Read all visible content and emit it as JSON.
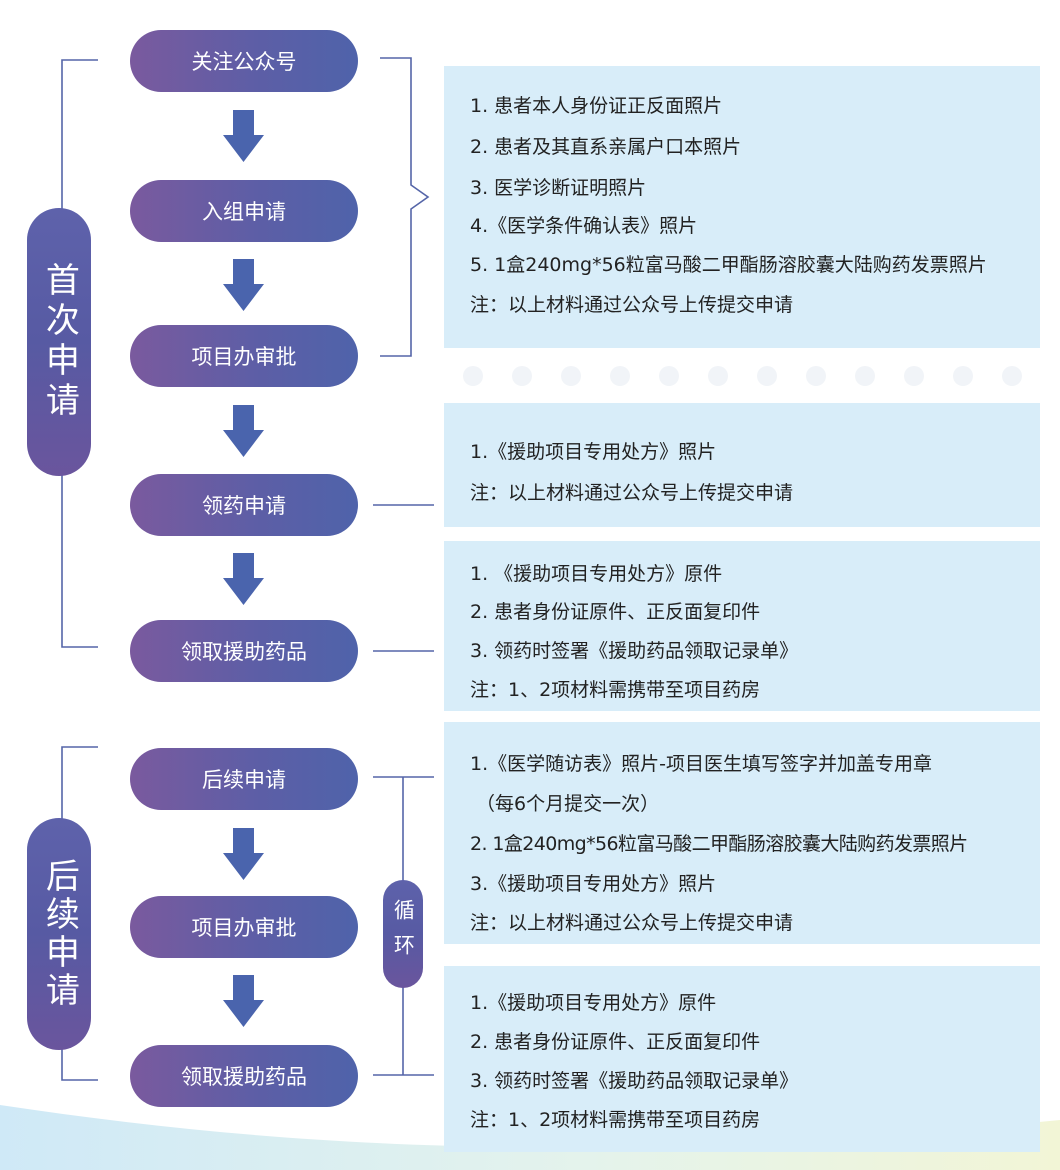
{
  "groups": {
    "first": "首次申请",
    "followup": "后续申请",
    "cycle": "循环"
  },
  "steps": {
    "s1": "关注公众号",
    "s2": "入组申请",
    "s3": "项目办审批",
    "s4": "领药申请",
    "s5": "领取援助药品",
    "s6": "后续申请",
    "s7": "项目办审批",
    "s8": "领取援助药品"
  },
  "box1": [
    "1. 患者本人身份证正反面照片",
    "2. 患者及其直系亲属户口本照片",
    "3. 医学诊断证明照片",
    "4.《医学条件确认表》照片",
    "5. 1盒240mg*56粒富马酸二甲酯肠溶胶囊大陆购药发票照片",
    "注：以上材料通过公众号上传提交申请"
  ],
  "box2": [
    "1.《援助项目专用处方》照片",
    "注：以上材料通过公众号上传提交申请"
  ],
  "box3": [
    "1. 《援助项目专用处方》原件",
    "2. 患者身份证原件、正反面复印件",
    "3. 领药时签署《援助药品领取记录单》",
    "注：1、2项材料需携带至项目药房"
  ],
  "box4": [
    "1.《医学随访表》照片-项目医生填写签字并加盖专用章",
    "（每6个月提交一次）",
    "2. 1盒240mg*56粒富马酸二甲酯肠溶胶囊大陆购药发票照片",
    "3.《援助项目专用处方》照片",
    "注：以上材料通过公众号上传提交申请"
  ],
  "box5": [
    "1.《援助项目专用处方》原件",
    "2. 患者身份证原件、正反面复印件",
    "3. 领药时签署《援助药品领取记录单》",
    "注：1、2项材料需携带至项目药房"
  ],
  "colors": {
    "pill_start": "#7a5a9e",
    "pill_end": "#4f63aa",
    "arrow": "#4a64ad",
    "box_bg": "#d8edf9",
    "line": "#5565a8"
  }
}
